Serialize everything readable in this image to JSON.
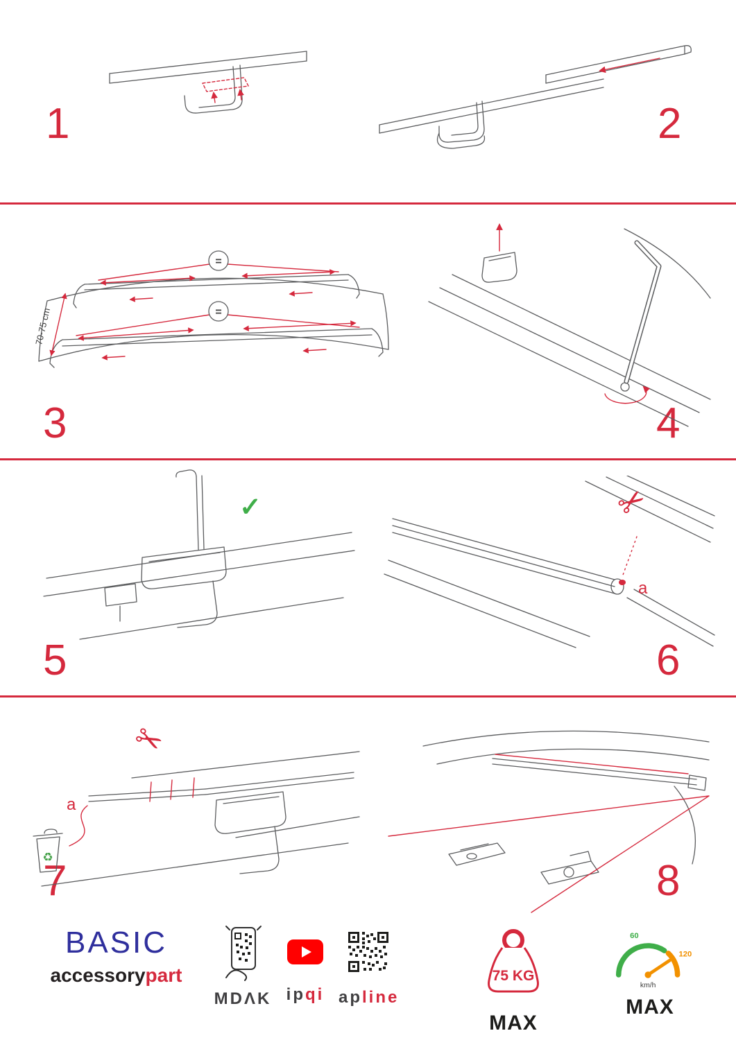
{
  "colors": {
    "accent_red": "#d5293d",
    "drawing_gray": "#5b5c5e",
    "check_green": "#3fae49",
    "brand_blue": "#2f2f9d",
    "youtube_red": "#ff0000",
    "gauge_green": "#3fae49",
    "gauge_orange": "#f29100"
  },
  "steps": [
    {
      "number": "1"
    },
    {
      "number": "2"
    },
    {
      "number": "3"
    },
    {
      "number": "4"
    },
    {
      "number": "5"
    },
    {
      "number": "6"
    },
    {
      "number": "7"
    },
    {
      "number": "8"
    }
  ],
  "step3": {
    "equal_top": "=",
    "equal_bottom": "=",
    "measurement": "70-75 cm"
  },
  "step5": {
    "check_mark": "✓"
  },
  "step6": {
    "scissors": "✂",
    "label_a": "a"
  },
  "step7": {
    "scissors": "✂",
    "label_a": "a",
    "recycle": "♻"
  },
  "footer": {
    "brand_title": "BASIC",
    "brand_sub_left": "accessory",
    "brand_sub_right": "part",
    "mdak_label": "MDΛK",
    "ipqi_left": "ip",
    "ipqi_right": "qi",
    "apline_left": "ap",
    "apline_right": "line",
    "weight_value": "75 KG",
    "weight_max_label": "MAX",
    "speed_low": "60",
    "speed_high": "120",
    "speed_unit": "km/h",
    "speed_max_label": "MAX"
  }
}
